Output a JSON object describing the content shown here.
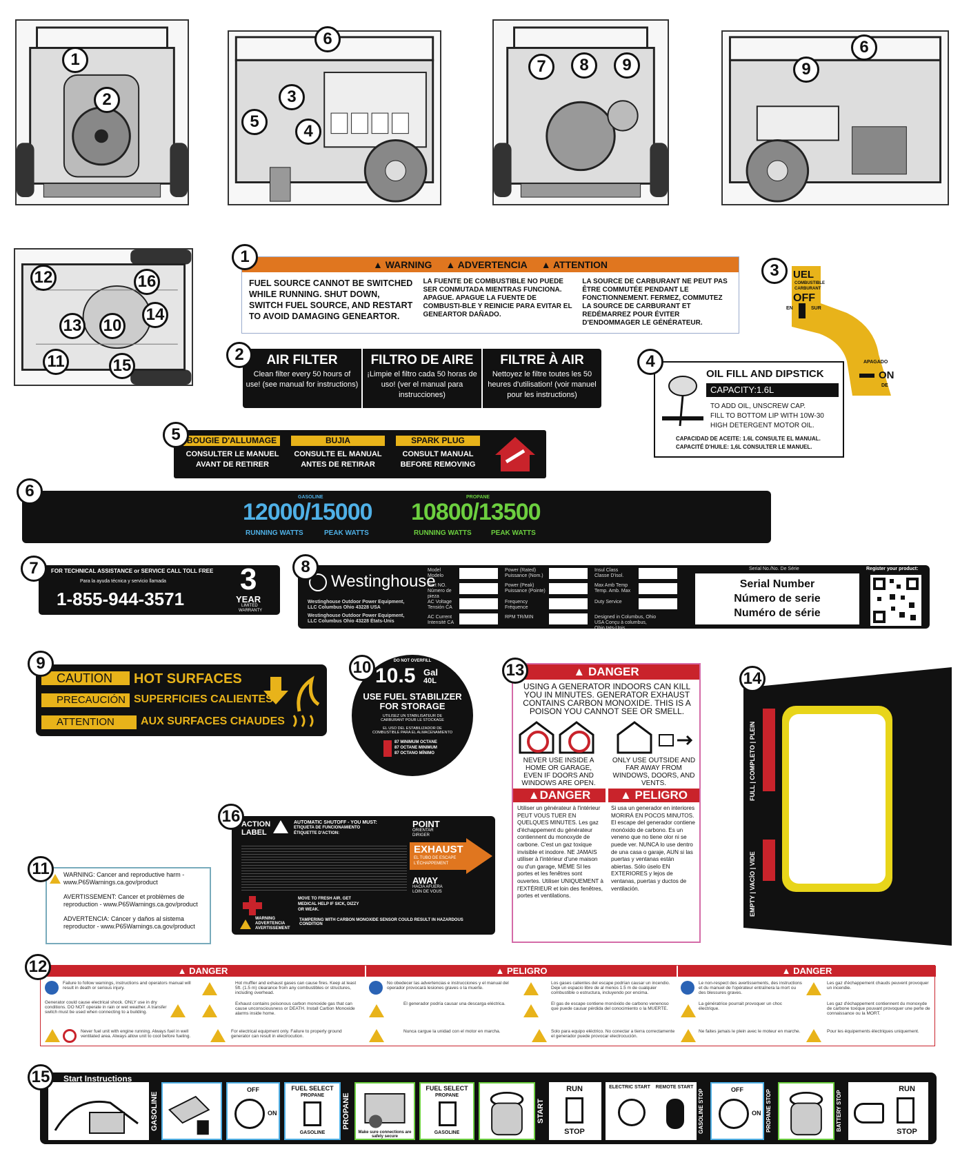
{
  "callouts": [
    "1",
    "2",
    "3",
    "4",
    "5",
    "6",
    "7",
    "8",
    "9",
    "10",
    "11",
    "12",
    "13",
    "14",
    "15",
    "16"
  ],
  "label1": {
    "warning": "WARNING",
    "advertencia": "ADVERTENCIA",
    "attention": "ATTENTION",
    "en": "FUEL SOURCE CANNOT BE SWITCHED WHILE RUNNING. SHUT DOWN, SWITCH FUEL SOURCE, AND RESTART TO AVOID DAMAGING GENEARTOR.",
    "es": "LA FUENTE DE COMBUSTIBLE NO PUEDE SER CONMUTADA MIENTRAS FUNCIONA. APAGUE. APAGUE LA FUENTE DE COMBUSTI-BLE Y REINICIE PARA EVITAR EL GENEARTOR DAÑADO.",
    "fr": "LA SOURCE DE CARBURANT NE PEUT PAS ÊTRE COMMUTÉE PENDANT LE FONCTIONNEMENT. FERMEZ, COMMUTEZ LA SOURCE DE CARBURANT ET REDÉMARREZ POUR ÉVITER D'ENDOMMAGER LE GÉNÉRATEUR."
  },
  "label2": {
    "en_title": "AIR FILTER",
    "en_text": "Clean filter every 50 hours of use! (see manual for instructions)",
    "es_title": "FILTRO DE AIRE",
    "es_text": "¡Limpie el filtro cada 50 horas de uso! (ver el manual para instrucciones)",
    "fr_title": "FILTRE À AIR",
    "fr_text": "Nettoyez le filtre toutes les 50 heures d'utilisation! (voir manuel pour les instructions)"
  },
  "label3": {
    "fuel": "UEL",
    "sub1": "COMBUSTIBLE",
    "sub2": "CARBURANT",
    "off": "OFF",
    "en": "EN",
    "sur": "SUR",
    "apagado": "APAGADO",
    "on": "ON",
    "de": "DE"
  },
  "label4": {
    "title": "OIL FILL AND DIPSTICK",
    "capacity": "CAPACITY:1.6L",
    "line1": "TO ADD OIL, UNSCREW CAP.",
    "line2": "FILL TO BOTTOM LIP WITH 10W-30",
    "line3": "HIGH DETERGENT MOTOR OIL.",
    "es": "CAPACIDAD DE ACEITE: 1.6L CONSULTE EL MANUAL.",
    "fr": "CAPACITÉ D'HUILE: 1,6L CONSULTER LE MANUEL."
  },
  "label5": {
    "fr_title": "BOUGIE D'ALLUMAGE",
    "es_title": "BUJIA",
    "en_title": "SPARK PLUG",
    "fr_text": "CONSULTER LE MANUEL AVANT DE RETIRER",
    "es_text": "CONSULTE EL MANUAL ANTES DE RETIRAR",
    "en_text": "CONSULT MANUAL BEFORE REMOVING"
  },
  "label6": {
    "gasoline": "GASOLINE",
    "gas_watts": "12000/15000",
    "propane": "PROPANE",
    "prop_watts": "10800/13500",
    "running": "RUNNING WATTS",
    "peak": "PEAK WATTS"
  },
  "label7": {
    "line1": "FOR TECHNICAL ASSISTANCE or SERVICE CALL TOLL FREE",
    "line2": "Para la ayuda técnica y servicio llamada",
    "phone": "1-855-944-3571",
    "years": "3",
    "year": "YEAR",
    "limited": "LIMITED",
    "warranty": "WARRANTY"
  },
  "label8": {
    "brand": "Westinghouse",
    "addr1": "Westinghouse Outdoor Power Equipment, LLC Columbus Ohio 43228 USA",
    "addr2": "Westinghouse Outdoor Power Equipment, LLC Columbus Ohio 43228 États-Unis",
    "col1": [
      "Model Modelo",
      "Part NO. Número de pieza",
      "AC Voltage Tensión CA",
      "AC Current Intensité CA"
    ],
    "col2": [
      "Power (Rated) Puissance (Nom.)",
      "Power (Peak) Puissance (Pointe)",
      "Frequency Fréquence",
      "RPM TR/MIN"
    ],
    "col3": [
      "Insul Class Classe D'isol.",
      "Max Amb Temp Temp. Amb. Max",
      "Duty Service",
      "Designed in Columbus, Ohio USA Conçu à columbus, Ohio,tats-Unis"
    ],
    "serial_hdr": "Serial No./No. De Série",
    "serial_en": "Serial Number",
    "serial_es": "Número de serie",
    "serial_fr": "Numéro de série",
    "register": "Register your product:"
  },
  "label9": {
    "caution": "CAUTION",
    "caution_text": "HOT SURFACES",
    "precaucion": "PRECAUCIÓN",
    "precaucion_text": "SUPERFICIES CALIENTES",
    "attention": "ATTENTION",
    "attention_text": "AUX SURFACES CHAUDES"
  },
  "label10": {
    "top": "DO NOT OVERFILL",
    "gal": "10.5",
    "gal_unit": "Gal",
    "liters": "40L",
    "main": "USE FUEL STABILIZER FOR STORAGE",
    "fr": "UTILISEZ UN STABILISATEUR DE CARBURANT POUR LE STOCKAGE",
    "es": "EL USO DEL ESTABILIZADOR DE COMBUSTIBLE PARA EL ALMACENAMIENTO",
    "oct1": "87 MINIMUM OCTANE",
    "oct2": "87 OCTANE MINIMUM",
    "oct3": "87 OCTANO MÍNIMO"
  },
  "label11": {
    "en": "WARNING: Cancer and reproductive harm - www.P65Warnings.ca.gov/product",
    "fr": "AVERTISSEMENT: Cancer et problèmes de reproduction - www.P65Warnings.ca.gov/product",
    "es": "ADVERTENCIA: Cáncer y daños al sistema reproductor - www.P65Warnings.ca.gov/product"
  },
  "label12": {
    "danger": "DANGER",
    "peligro": "PELIGRO",
    "danger_fr": "DANGER",
    "en_cells": [
      "Failure to follow warnings, instructions and operators manual will result in death or serious injury.",
      "Hot muffler and exhaust gases can cause fires. Keep at least 5ft. (1.5 m) clearance from any combustibles or structures, including overhead.",
      "Generator could cause electrical shock. ONLY use in dry conditions. DO NOT operate in rain or wet weather. A transfer switch must be used when connecting to a building.",
      "Exhaust contains poisonous carbon monoxide gas that can cause unconsciousness or DEATH. Install Carbon Monoxide alarms inside home.",
      "Never fuel unit with engine running. Always fuel in well ventilated area. Always allow unit to cool before fueling.",
      "For electrical equipment only. Failure to properly ground generator can result in electrocution."
    ],
    "es_cells": [
      "No obedecer las advertencias e instrucciones y el manual del operador provocará lesiones graves o la muerte.",
      "Los gases calientes del escape podrían causar un incendio. Deje un espacio libre de al menos 1.5 m de cualquier combustible o estructura, incluyendo por encima.",
      "El generador podría causar una descarga eléctrica.",
      "El gas de escape contiene monóxido de carbono venenoso que puede causar pérdida del conocimiento o la MUERTE.",
      "Nunca cargue la unidad con el motor en marcha.",
      "Solo para equipo eléctrico. No conectar a tierra correctamente el generador puede provocar electrocución."
    ],
    "fr_cells": [
      "Le non-respect des avertissements, des instructions et du manuel de l'opérateur entraînera la mort ou des blessures graves.",
      "Les gaz d'échappement chauds peuvent provoquer un incendie.",
      "La génératrice pourrait provoquer un choc électrique.",
      "Les gaz d'échappement contiennent du monoxyde de carbone toxique pouvant provoquer une perte de connaissance ou la MORT.",
      "Ne faites jamais le plein avec le moteur en marche.",
      "Pour les équipements électriques uniquement."
    ]
  },
  "label13": {
    "danger": "DANGER",
    "top_text": "USING A GENERATOR INDOORS CAN KILL YOU IN MINUTES. GENERATOR EXHAUST CONTAINS CARBON MONOXIDE. THIS IS A POISON YOU CANNOT SEE OR SMELL.",
    "never": "NEVER USE INSIDE A HOME OR GARAGE, EVEN IF DOORS AND WINDOWS ARE OPEN.",
    "only": "ONLY USE OUTSIDE AND FAR AWAY FROM WINDOWS, DOORS, AND VENTS.",
    "danger_fr": "DANGER",
    "peligro": "PELIGRO",
    "fr_text": "Utiliser un générateur à l'intérieur PEUT VOUS TUER EN QUELQUES MINUTES. Les gaz d'échappement du générateur contiennent du monoxyde de carbone. C'est un gaz toxique invisible et inodore. NE JAMAIS utiliser à l'intérieur d'une maison ou d'un garage, MÊME SI les portes et les fenêtres sont ouvertes. Utiliser UNIQUEMENT à l'EXTÉRIEUR et loin des fenêtres, portes et ventilations.",
    "es_text": "Si usa un generador en interiores MORIRÁ EN POCOS MINUTOS. El escape del generador contiene monóxido de carbono. Es un veneno que no tiene olor ni se puede ver. NUNCA lo use dentro de una casa o garaje, AUN si las puertas y ventanas están abiertas. Sólo úselo EN EXTERIORES y lejos de ventanas, puertas y ductos de ventilación."
  },
  "label14": {
    "full": "FULL | COMPLETO | PLEIN",
    "empty": "EMPTY | VACÍO | VIDE"
  },
  "label15": {
    "title": "Start Instructions",
    "gasoline": "GASOLINE",
    "propane": "PROPANE",
    "start": "START",
    "gas_stop": "GASOLINE STOP",
    "prop_stop": "PROPANE STOP",
    "batt_stop": "BATTERY STOP",
    "off": "OFF",
    "on": "ON",
    "fuel_select": "FUEL SELECT",
    "fs_propane": "PROPANE",
    "fs_gasoline": "GASOLINE",
    "run": "RUN",
    "stop": "STOP",
    "electric": "ELECTRIC START",
    "remote": "REMOTE START",
    "connections": "Make sure connections are safely secure"
  },
  "label16": {
    "action": "ACTION LABEL",
    "auto": "AUTOMATIC SHUTOFF - YOU MUST:",
    "auto_es": "ETIQUETA DE FUNCIONAMIENTO",
    "auto_fr": "ÉTIQUETTE D'ACTION:",
    "point": "POINT",
    "orientar": "ORIENTAR",
    "diriger": "DIRIGER",
    "exhaust": "EXHAUST",
    "exh_es": "EL TUBO DE ESCAPE",
    "exh_fr": "L'ÉCHAPPEMENT",
    "away": "AWAY",
    "away_es": "HACIA AFUERA",
    "away_fr": "LOIN DE VOUS",
    "move": "MOVE TO FRESH AIR. GET MEDICAL HELP IF SICK, DIZZY OR WEAK.",
    "warning": "WARNING",
    "advertencia": "ADVERTENCIA",
    "avertissement": "AVERTISSEMENT",
    "tamper": "TAMPERING WITH CARBON MONOXIDE SENSOR COULD RESULT IN HAZARDOUS CONDITION"
  },
  "colors": {
    "orange": "#e0761f",
    "yellow": "#e8b31a",
    "red": "#c9232b",
    "blue": "#4fb0e6",
    "green": "#6ccf3f",
    "pink": "#d46aa7"
  }
}
